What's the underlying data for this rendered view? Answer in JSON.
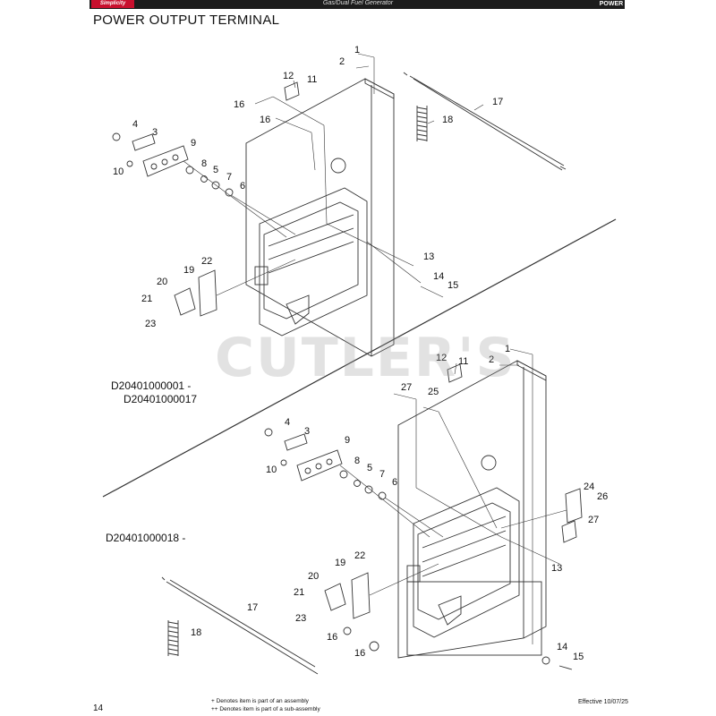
{
  "header": {
    "brand": "Simplicity",
    "title": "Gas/Dual Fuel Generator",
    "logo": "POWER"
  },
  "page_title": "POWER OUTPUT TERMINAL",
  "watermark": "CUTLER'S",
  "model_ranges": {
    "top_line1": "D20401000001 -",
    "top_line2": "D20401000017",
    "bottom": "D20401000018 -"
  },
  "callouts_top": [
    "1",
    "2",
    "12",
    "11",
    "16",
    "16",
    "4",
    "3",
    "9",
    "10",
    "8",
    "5",
    "7",
    "6",
    "17",
    "18",
    "22",
    "19",
    "20",
    "21",
    "23",
    "13",
    "14",
    "15"
  ],
  "callouts_bottom": [
    "1",
    "2",
    "12",
    "11",
    "27",
    "25",
    "4",
    "3",
    "9",
    "10",
    "8",
    "5",
    "7",
    "6",
    "24",
    "26",
    "27",
    "13",
    "22",
    "19",
    "20",
    "21",
    "23",
    "17",
    "18",
    "16",
    "16",
    "14",
    "15"
  ],
  "footer": {
    "page_number": "14",
    "note1": "+ Denotes item is part of an assembly",
    "note2": "++ Denotes item is part of a sub-assembly",
    "effective": "Effective 10/07/25"
  },
  "colors": {
    "brand_red": "#c8102e",
    "bar_dark": "#1c1c1c",
    "line": "#333333"
  }
}
